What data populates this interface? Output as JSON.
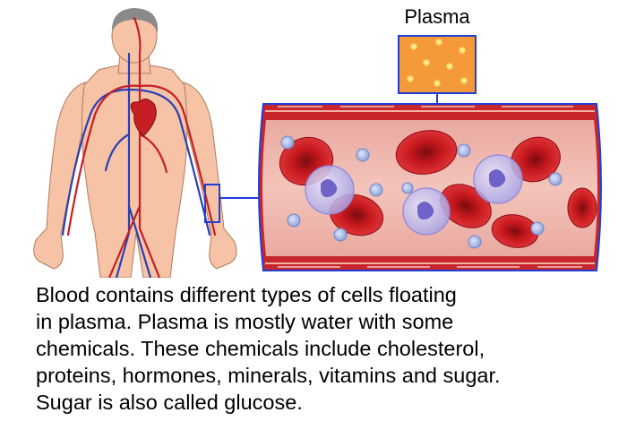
{
  "labels": {
    "plasma": "Plasma"
  },
  "caption": {
    "lines": [
      "Blood contains different types of cells floating",
      "in plasma. Plasma is mostly water with some",
      "chemicals. These chemicals include cholesterol,",
      "proteins, hormones, minerals, vitamins and sugar.",
      "Sugar is also called glucose."
    ]
  },
  "colors": {
    "vessel_wall": "#c8262b",
    "vessel_outline": "#1f3fd6",
    "plasma_fill": "#f59a3a",
    "red_blood_cell": "#d62025",
    "white_blood_cell": "#b9b6ee",
    "platelet": "#a9b7e0",
    "skin": "#f6c3a7",
    "artery": "#c61f23",
    "vein": "#2a3fb4"
  }
}
